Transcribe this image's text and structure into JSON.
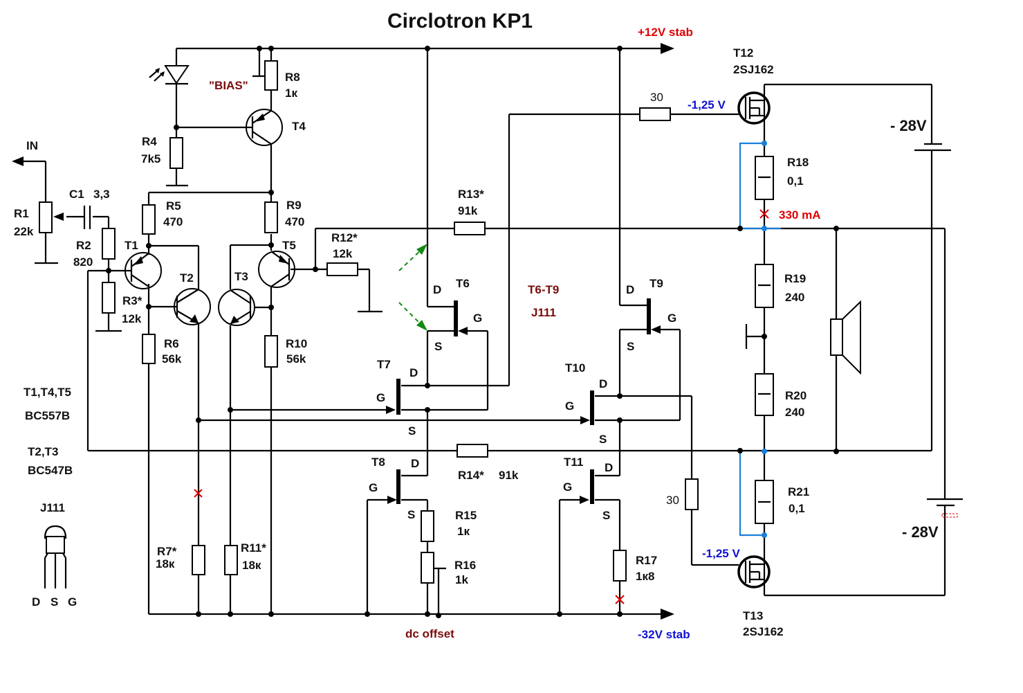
{
  "title": "Circlotron KP1",
  "rails": {
    "pos": "+12V stab",
    "neg": "-32V stab",
    "supply_top": "- 28V",
    "supply_bottom": "- 28V"
  },
  "input_label": "IN",
  "bias_label": "\"BIAS\"",
  "dc_offset_label": "dc offset",
  "current_label": "330 mA",
  "gate_voltage_top": "-1,25 V",
  "gate_voltage_bottom": "-1,25 V",
  "jfet_group": {
    "range": "T6-T9",
    "type": "J111"
  },
  "components": {
    "R1": {
      "name": "R1",
      "value": "22k"
    },
    "C1": {
      "name": "C1",
      "value": "3,3"
    },
    "R2": {
      "name": "R2",
      "value": "820"
    },
    "R3": {
      "name": "R3*",
      "value": "12k"
    },
    "R4": {
      "name": "R4",
      "value": "7k5"
    },
    "R5": {
      "name": "R5",
      "value": "470"
    },
    "R6": {
      "name": "R6",
      "value": "56k"
    },
    "R7": {
      "name": "R7*",
      "value": "18к"
    },
    "R8": {
      "name": "R8",
      "value": "1к"
    },
    "R9": {
      "name": "R9",
      "value": "470"
    },
    "R10": {
      "name": "R10",
      "value": "56k"
    },
    "R11": {
      "name": "R11*",
      "value": "18к"
    },
    "R12": {
      "name": "R12*",
      "value": "12k"
    },
    "R13": {
      "name": "R13*",
      "value": "91k"
    },
    "R14": {
      "name": "R14*",
      "value": "91k"
    },
    "R15": {
      "name": "R15",
      "value": "1к"
    },
    "R16": {
      "name": "R16",
      "value": "1k"
    },
    "R17": {
      "name": "R17",
      "value": "1к8"
    },
    "R18": {
      "name": "R18",
      "value": "0,1"
    },
    "R19": {
      "name": "R19",
      "value": "240"
    },
    "R20": {
      "name": "R20",
      "value": "240"
    },
    "R21": {
      "name": "R21",
      "value": "0,1"
    },
    "Rg_top": {
      "value": "30"
    },
    "Rg_bot": {
      "value": "30"
    }
  },
  "transistors": {
    "T1": "T1",
    "T2": "T2",
    "T3": "T3",
    "T4": "T4",
    "T5": "T5",
    "T6": "T6",
    "T7": "T7",
    "T8": "T8",
    "T9": "T9",
    "T10": "T10",
    "T11": "T11",
    "T12": {
      "name": "T12",
      "part": "2SJ162"
    },
    "T13": {
      "name": "T13",
      "part": "2SJ162"
    }
  },
  "pins": {
    "D": "D",
    "S": "S",
    "G": "G"
  },
  "legend": {
    "pnp_list": "T1,T4,T5",
    "pnp_part": "BC557B",
    "npn_list": "T2,T3",
    "npn_part": "BC547B",
    "jfet_part": "J111",
    "pinout": [
      "D",
      "S",
      "G"
    ]
  }
}
